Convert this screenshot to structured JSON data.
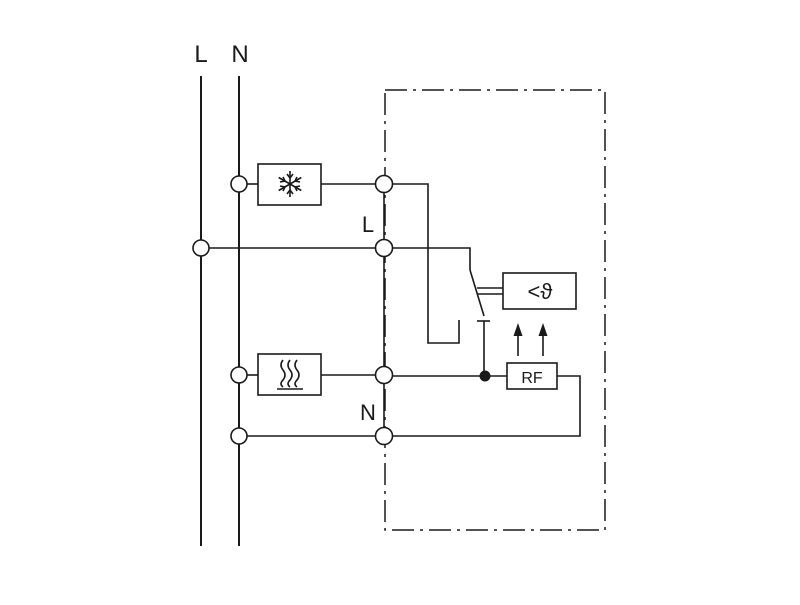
{
  "rail_labels": {
    "line": "L",
    "neutral": "N"
  },
  "device_labels": {
    "line": "L",
    "neutral": "N"
  },
  "components": {
    "cooling": {
      "icon": "snowflake-icon"
    },
    "heating": {
      "icon": "heat-waves-icon"
    },
    "sensor": {
      "label": "<ϑ"
    },
    "rf_module": {
      "label": "RF"
    }
  },
  "colors": {
    "ink": "#1a1a1a",
    "background": "#ffffff"
  }
}
